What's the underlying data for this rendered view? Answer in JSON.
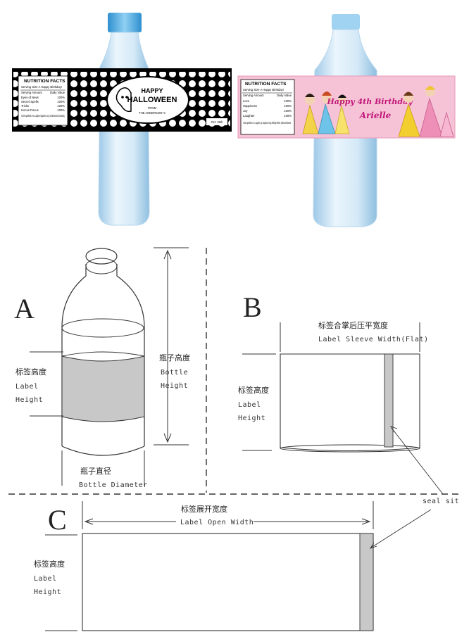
{
  "photo": {
    "left_label": {
      "nutrition_title": "NUTRITION FACTS",
      "serving_size": "Serving Size A Happy Birthday!",
      "header_left": "Serving Amount",
      "header_right": "Daily Value",
      "rows": [
        {
          "name": "Eyes of Newt",
          "value": "100%"
        },
        {
          "name": "Secret Spells",
          "value": "100%"
        },
        {
          "name": "Tricks",
          "value": "100%"
        },
        {
          "name": "Hocus Pocus",
          "value": "100%"
        }
      ],
      "ingredients": "Active Ingredients: Fun, Laughter, Happiness, Joy, mysterious and screaming.",
      "headline_line1": "HAPPY",
      "headline_line2": "HALLOWEEN",
      "from": "FROM",
      "family": "THE ANDERSON' S",
      "tag": "Oct. 31th"
    },
    "right_label": {
      "nutrition_title": "NUTRITION FACTS",
      "serving_size": "Serving Size A Happy Birthday!",
      "header_left": "Serving Amount",
      "header_right": "Daily Value",
      "rows": [
        {
          "name": "Love",
          "value": "100%"
        },
        {
          "name": "Happiness",
          "value": "100%"
        },
        {
          "name": "Joy",
          "value": "100%"
        },
        {
          "name": "Laughter",
          "value": "100%"
        }
      ],
      "ingredients": "Active Ingredients: Fun, Laughter, Joy, Happiness, Hugs, Birthday Wishes, Smiles and Dreams",
      "greeting": "Happy 4th Birthday",
      "name": "Arielle"
    }
  },
  "diagram_a": {
    "letter": "A",
    "label_height_cn": "标签高度",
    "label_height_en_1": "Label",
    "label_height_en_2": "Height",
    "bottle_height_cn": "瓶子高度",
    "bottle_height_en_1": "Bottle",
    "bottle_height_en_2": "Height",
    "diameter_cn": "瓶子直径",
    "diameter_en": "Bottle Diameter"
  },
  "diagram_b": {
    "letter": "B",
    "width_cn": "标签合掌后压平宽度",
    "width_en": "Label Sleeve Width(Flat)",
    "label_height_cn": "标签高度",
    "label_height_en_1": "Label",
    "label_height_en_2": "Height",
    "seal_site": "seal sit"
  },
  "diagram_c": {
    "letter": "C",
    "width_cn": "标签展开宽度",
    "width_en": "Label Open Width",
    "label_height_cn": "标签高度",
    "label_height_en_1": "Label",
    "label_height_en_2": "Height"
  },
  "colors": {
    "label_fill": "#c8c8c8",
    "pink_label": "#f6c3d6",
    "bottle_blue": "#cfe6f5",
    "cap_blue": "#63b7e6"
  }
}
